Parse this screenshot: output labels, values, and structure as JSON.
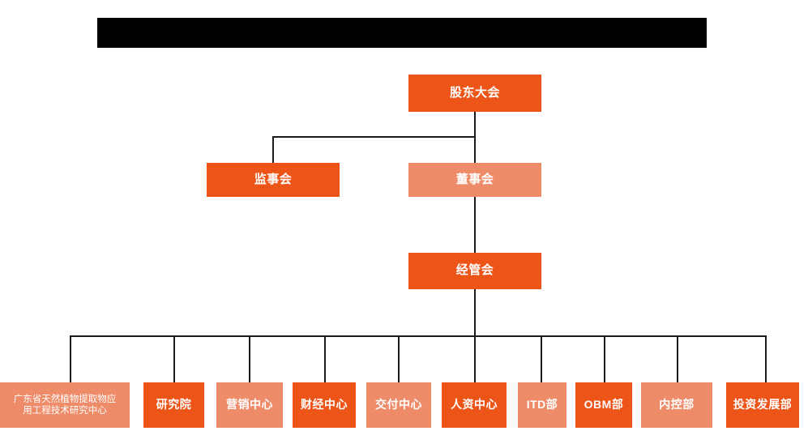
{
  "diagram": {
    "title_bar": {
      "name": "redacted-title-bar",
      "text": ""
    },
    "colors": {
      "dark_orange": "#EC5418",
      "light_salmon": "#EE8B68",
      "connector": "#1a1a1a",
      "background": "#FFFFFF",
      "text": "#FFFFFF"
    },
    "levels": {
      "level1": [
        {
          "id": "shareholders",
          "label": "股东大会",
          "tone": "dark"
        }
      ],
      "level2": [
        {
          "id": "supervisors",
          "label": "监事会",
          "tone": "dark"
        },
        {
          "id": "directors",
          "label": "董事会",
          "tone": "light"
        }
      ],
      "level3": [
        {
          "id": "management",
          "label": "经管会",
          "tone": "dark"
        }
      ],
      "level4": [
        {
          "id": "gd-research-center",
          "label": "广东省天然植物提取物应\n用工程技术研究中心",
          "tone": "light"
        },
        {
          "id": "research-institute",
          "label": "研究院",
          "tone": "dark"
        },
        {
          "id": "marketing-center",
          "label": "营销中心",
          "tone": "light"
        },
        {
          "id": "finance-center",
          "label": "财经中心",
          "tone": "dark"
        },
        {
          "id": "delivery-center",
          "label": "交付中心",
          "tone": "light"
        },
        {
          "id": "hr-center",
          "label": "人资中心",
          "tone": "dark"
        },
        {
          "id": "itd-dept",
          "label": "ITD部",
          "tone": "light"
        },
        {
          "id": "obm-dept",
          "label": "OBM部",
          "tone": "dark"
        },
        {
          "id": "internal-control-dept",
          "label": "内控部",
          "tone": "light"
        },
        {
          "id": "investment-development-dept",
          "label": "投资发展部",
          "tone": "dark"
        }
      ]
    }
  }
}
